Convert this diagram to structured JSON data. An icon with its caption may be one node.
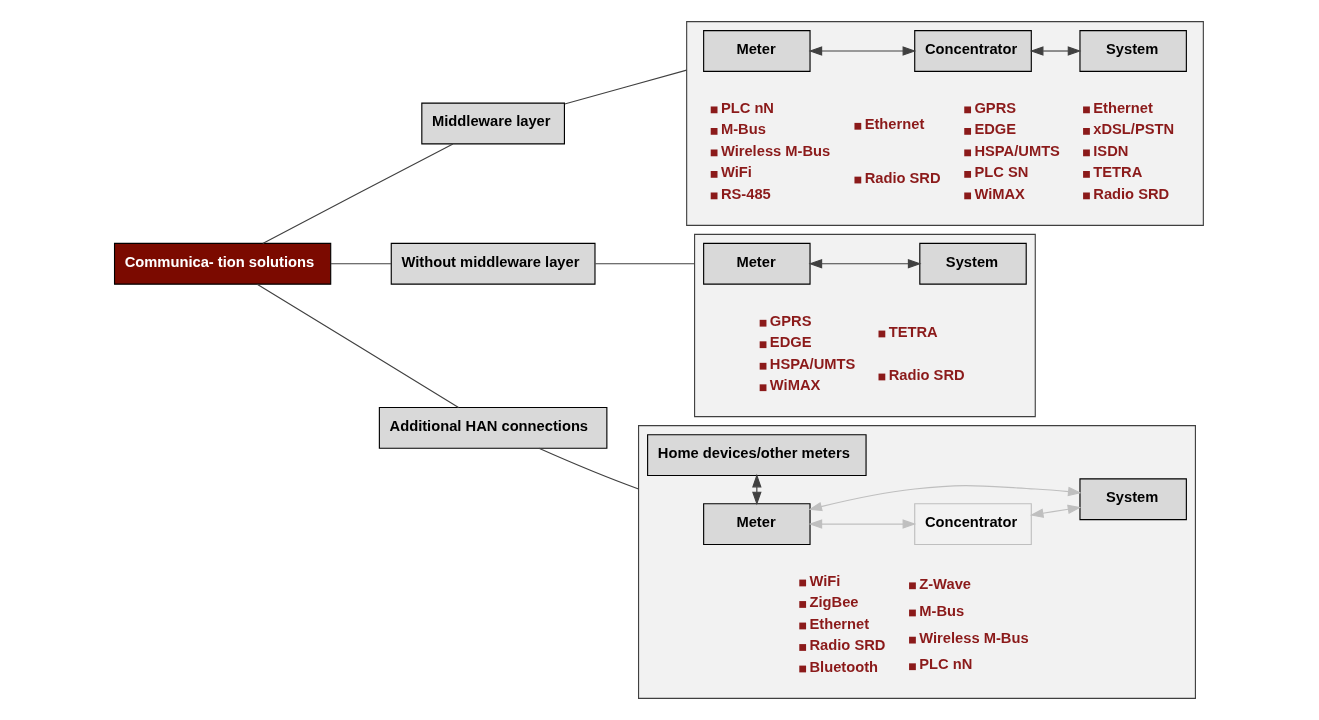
{
  "diagram": {
    "nodes": [
      {
        "text": [
          "Communica- tion solutions"
        ]
      },
      {
        "text": [
          "Middleware layer"
        ]
      },
      {
        "text": [
          "Without middleware layer"
        ]
      },
      {
        "text": [
          "Additional HAN connections"
        ]
      },
      {
        "text": [
          "PLC nN",
          "M-Bus",
          "Wireless M-Bus",
          "WiFi",
          "RS-485",
          "Ethernet",
          "Radio SRD",
          "GPRS",
          "EDGE",
          "HSPA/UMTS",
          "PLC SN",
          "WiMAX",
          "Ethernet",
          "xDSL/PSTN",
          "ISDN",
          "TETRA",
          "Radio SRD"
        ]
      },
      {
        "text": [
          "Meter"
        ],
        "in": 4
      },
      {
        "text": [
          "Concentrator"
        ],
        "in": 4
      },
      {
        "text": [
          "System"
        ],
        "in": 4
      },
      {
        "text": [
          "GPRS",
          "EDGE",
          "HSPA/UMTS",
          "WiMAX",
          "TETRA",
          "Radio SRD"
        ]
      },
      {
        "text": [
          "Meter"
        ],
        "in": 8
      },
      {
        "text": [
          "System"
        ],
        "in": 8
      },
      {
        "text": [
          "WiFi",
          "ZigBee",
          "Ethernet",
          "Radio SRD",
          "Bluetooth",
          "Z-Wave",
          "M-Bus",
          "Wireless M-Bus",
          "PLC nN"
        ]
      },
      {
        "text": [
          "Meter"
        ],
        "in": 11
      },
      {
        "text": [
          "Concentrator"
        ],
        "in": 11
      },
      {
        "text": [
          "System"
        ],
        "in": 11
      },
      {
        "text": [
          "Home devices/other meters"
        ],
        "in": 11
      }
    ],
    "edges": [
      {
        "from": 0,
        "to": 1,
        "arrow": "none"
      },
      {
        "from": 0,
        "to": 2,
        "arrow": "none"
      },
      {
        "from": 0,
        "to": 3,
        "arrow": "none"
      },
      {
        "from": 1,
        "to": 4,
        "arrow": "none"
      },
      {
        "from": 2,
        "to": 8,
        "arrow": "none"
      },
      {
        "from": 3,
        "to": 11,
        "arrow": "none"
      },
      {
        "from": 5,
        "to": 6,
        "arrow": "both"
      },
      {
        "from": 6,
        "to": 7,
        "arrow": "both"
      },
      {
        "from": 9,
        "to": 10,
        "arrow": "both"
      },
      {
        "from": 12,
        "to": 14,
        "arrow": "both",
        "color": "#bfbfbf"
      },
      {
        "from": 12,
        "to": 13,
        "arrow": "both",
        "color": "#bfbfbf"
      },
      {
        "from": 13,
        "to": 14,
        "arrow": "both",
        "color": "#bfbfbf"
      },
      {
        "from": 12,
        "to": 15,
        "arrow": "both"
      }
    ]
  }
}
